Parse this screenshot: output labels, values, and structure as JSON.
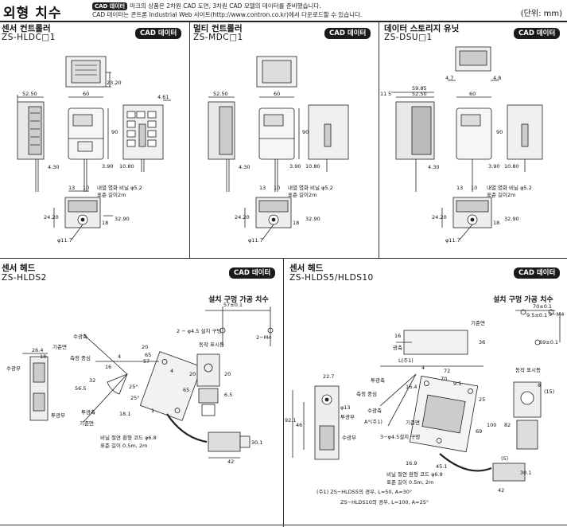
{
  "page": {
    "title": "외형 치수",
    "note_badge": "CAD 데이터",
    "note_line1": "마크의 상품은 2차원 CAD 도면, 3차원 CAD 모델의 데이터를 준비했습니다.",
    "note_line2": "CAD 데이터는 콘트론 Industrial Web 사이트(http://www.contron.co.kr)에서 다운로드할 수 있습니다.",
    "unit": "(단위: mm)"
  },
  "cad_button_label": "CAD 데이터",
  "sections": {
    "controller": {
      "title": "센서 컨트롤러",
      "model": "ZS-HLDC□1"
    },
    "multi": {
      "title": "멀티 컨트롤러",
      "model": "ZS-MDC□1"
    },
    "storage": {
      "title": "데이터 스토리지 유닛",
      "model": "ZS-DSU□1"
    },
    "head1": {
      "title": "센서 헤드",
      "model": "ZS-HLDS2",
      "hole_title": "설치 구멍 가공 치수"
    },
    "head2": {
      "title": "센서 헤드",
      "model": "ZS-HLDS5/HLDS10",
      "hole_title": "설치 구멍 가공 치수"
    }
  },
  "dims": {
    "d2320": "23.20",
    "d5250": "52.50",
    "d60": "60",
    "d461": "4.61",
    "d90": "90",
    "d430": "4.30",
    "d390": "3.90",
    "d1080": "10.80",
    "d13": "13",
    "d10": "10",
    "d2420": "24.20",
    "d18": "18",
    "d3290": "32.90",
    "d117": "φ11.7",
    "d5985": "59.85",
    "d11": "11",
    "d5": "5",
    "d47": "4.7",
    "d48": "4.8",
    "cable1": "내열 염화 비닐 φ5.2",
    "cable2": "표준 길이2m"
  },
  "head1_labels": {
    "d57": "57±0.1",
    "m4": "2−M4",
    "d264": "26.4",
    "d18": "18",
    "ref": "기준면",
    "rx": "수광축",
    "light_center": "측정 중심",
    "tx": "투광축",
    "refsurf": "기준면",
    "rxpart": "수광부",
    "txpart": "투광부",
    "d20a": "20",
    "d4a": "4",
    "d65a": "65",
    "d57b": "57",
    "d4b": "4",
    "d16": "16",
    "d32": "32",
    "d565": "56.5",
    "a25a": "25°",
    "a25b": "25°",
    "d181": "18.1",
    "d1": "1",
    "d45": "2 − φ4.5 설치 구멍",
    "indicator": "동작 표시등",
    "d20b": "20",
    "d65b": "65",
    "d20c": "20",
    "d65c": "6.5",
    "d301": "30.1",
    "d42": "42",
    "cable1": "비닐 절연 환형 코드 φ6.8",
    "cable2": "표준 길이 0.5m, 2m"
  },
  "head2_labels": {
    "d70": "70±0.1",
    "d95": "9.5±0.1",
    "m4": "3−M4",
    "d69": "69±0.1",
    "ref": "기준면",
    "d16": "16",
    "d36": "36",
    "axis": "광축",
    "l": "L(주1)",
    "d4": "4",
    "d72": "72",
    "d70b": "70",
    "d164": "16.4",
    "d95b": "9.5",
    "d25": "25",
    "indicator": "동작 표시등",
    "d8": "8",
    "d227": "22.7",
    "tx": "투광축",
    "light_center": "측정 중심",
    "rx": "수광축",
    "angle": "A°(주1)",
    "d13": "φ13",
    "txpart": "투광부",
    "refsurf": "기준면",
    "d921": "92.1",
    "d46": "46",
    "rxpart": "수광부",
    "hole": "3−φ4.5설치 구멍",
    "d100": "100",
    "d69b": "69",
    "d15": "(15)",
    "d82": "82",
    "d169": "16.9",
    "d451": "45.1",
    "d5": "(5)",
    "d301": "30.1",
    "d42": "42",
    "cable1": "비닐 절연 환형 코드 φ6.8",
    "cable2": "표준 길이 0.5m, 2m",
    "note1": "(주1) ZS−HLDS5의 경우, L=50, A=30°",
    "note2": "ZS−HLDS10의 경우, L=100, A=25°"
  }
}
